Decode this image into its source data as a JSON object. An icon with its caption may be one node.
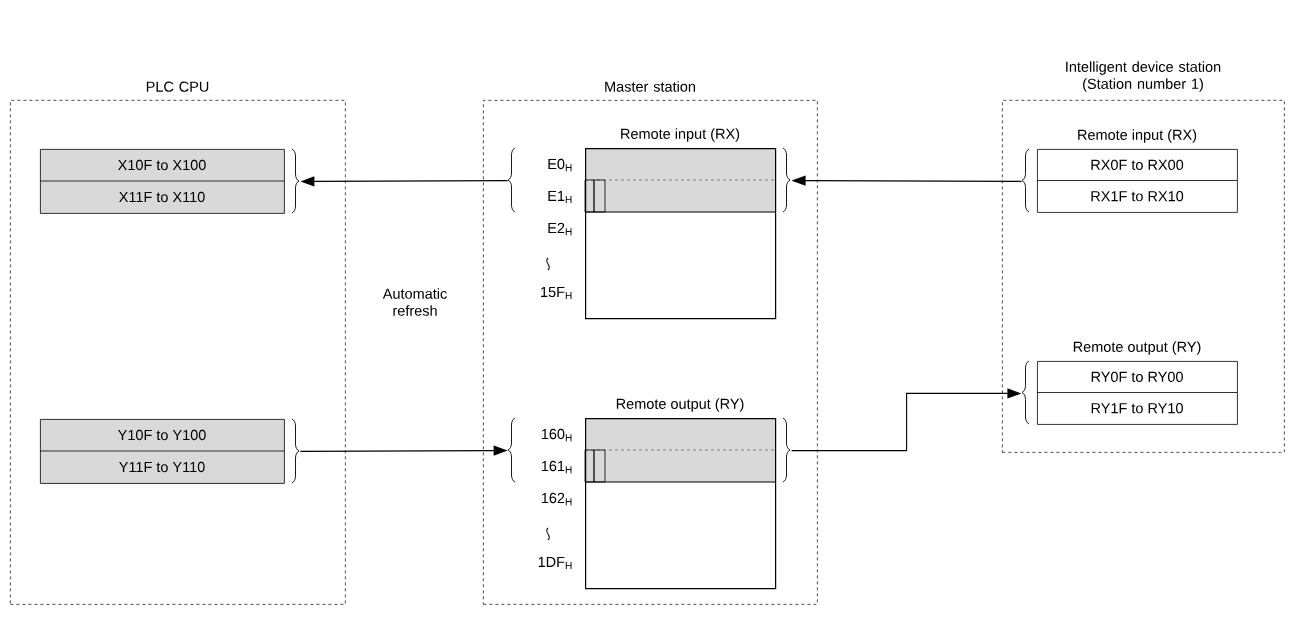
{
  "diagram": {
    "nodes": [
      {
        "text": [
          "PLC CPU"
        ]
      },
      {
        "text": [
          "Master station"
        ]
      },
      {
        "text": [
          "Intelligent device station (Station number 1)"
        ]
      },
      {
        "text": [
          "X10F to X100",
          "X11F to X110"
        ],
        "in": 0
      },
      {
        "text": [
          "Y10F to Y100",
          "Y11F to Y110"
        ],
        "in": 0
      },
      {
        "text": [
          "Remote input (RX)"
        ],
        "in": 1,
        "beside": [
          "E0$_{H}$",
          "E1$_{H}$",
          "E2$_{H}$",
          "15F$_{H}$"
        ]
      },
      {
        "text": [
          "Remote output (RY)"
        ],
        "in": 1,
        "beside": [
          "160$_{H}$",
          "161$_{H}$",
          "162$_{H}$",
          "1DF$_{H}$"
        ]
      },
      {
        "text": [
          "Remote input (RX)",
          "RX0F to RX00",
          "RX1F to RX10"
        ],
        "in": 2
      },
      {
        "text": [
          "Remote output (RY)",
          "RY0F to RY00",
          "RY1F to RY10"
        ],
        "in": 2
      }
    ],
    "edges": [
      {
        "from": 5,
        "to": 3,
        "arrow": "to"
      },
      {
        "from": 7,
        "to": 5,
        "arrow": "to"
      },
      {
        "from": 4,
        "to": 6,
        "arrow": "to"
      },
      {
        "from": 6,
        "to": 8,
        "arrow": "to"
      }
    ],
    "labels": [
      "Automatic refresh"
    ]
  }
}
